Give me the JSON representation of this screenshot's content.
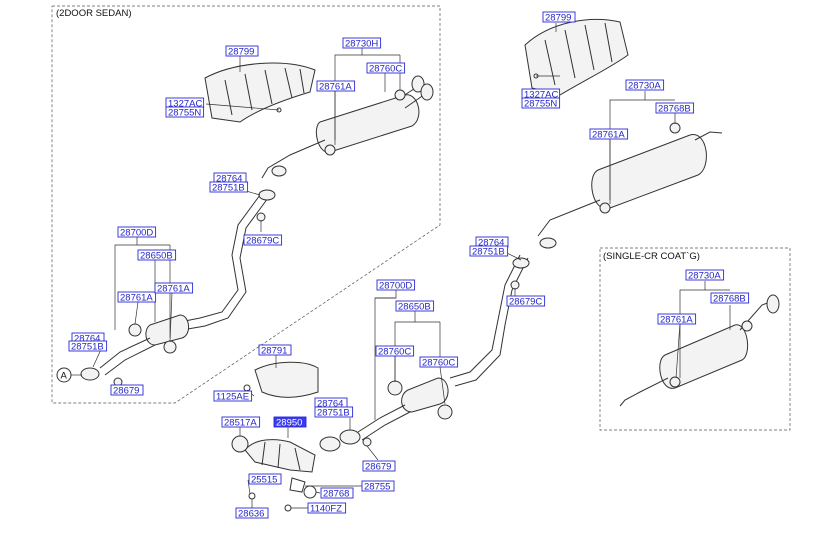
{
  "sections": {
    "two_door_title": "(2DOOR SEDAN)",
    "single_cr_title": "(SINGLE-CR COAT`G)",
    "circle_marker": "A"
  },
  "parts": {
    "heat_protector": "28799",
    "clip_bolt": "1327AC",
    "nut": "28755N",
    "muffler_h": "28730H",
    "muffler_a": "28730A",
    "hanger_c": "28760C",
    "hanger_a": "28761A",
    "hanger_b": "28768B",
    "gasket": "28764",
    "bolt_b": "28751B",
    "clamp": "28679C",
    "front_pipe": "28700D",
    "catalyst": "28650B",
    "spring": "28679",
    "heat_shield": "28791",
    "bolt_e": "1125AE",
    "ring_gasket": "28517A",
    "manifold": "28950",
    "stud": "25515",
    "bolt_26": "28636",
    "hanger_768": "28768",
    "bracket": "28755",
    "bolt_fz": "1140FZ"
  }
}
